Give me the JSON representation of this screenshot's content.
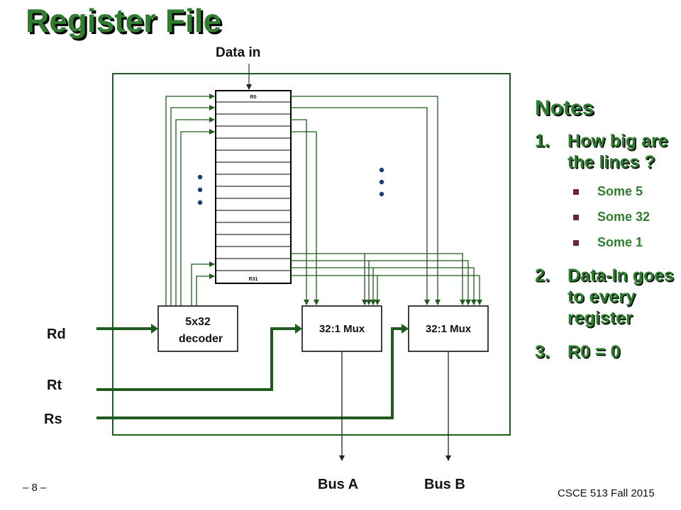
{
  "title": "Register File",
  "labels": {
    "data_in": "Data in",
    "r0": "R0",
    "r31": "R31",
    "decoder": [
      "5x32",
      "decoder"
    ],
    "mux_a": "32:1 Mux",
    "mux_b": "32:1 Mux",
    "rd": "Rd",
    "rt": "Rt",
    "rs": "Rs",
    "bus_a": "Bus A",
    "bus_b": "Bus B"
  },
  "notes": {
    "title": "Notes",
    "items": [
      {
        "num": "1.",
        "text": "How big are the lines ?",
        "sub": [
          "Some 5",
          "Some 32",
          "Some 1"
        ]
      },
      {
        "num": "2.",
        "text": "Data-In goes to every register",
        "sub": []
      },
      {
        "num": "3.",
        "text": "R0 = 0",
        "sub": []
      }
    ]
  },
  "footer": {
    "page": "– 8 –",
    "course": "CSCE 513 Fall 2015"
  },
  "colors": {
    "wire": "#1f5a1f",
    "accent": "#2f7d2f"
  }
}
